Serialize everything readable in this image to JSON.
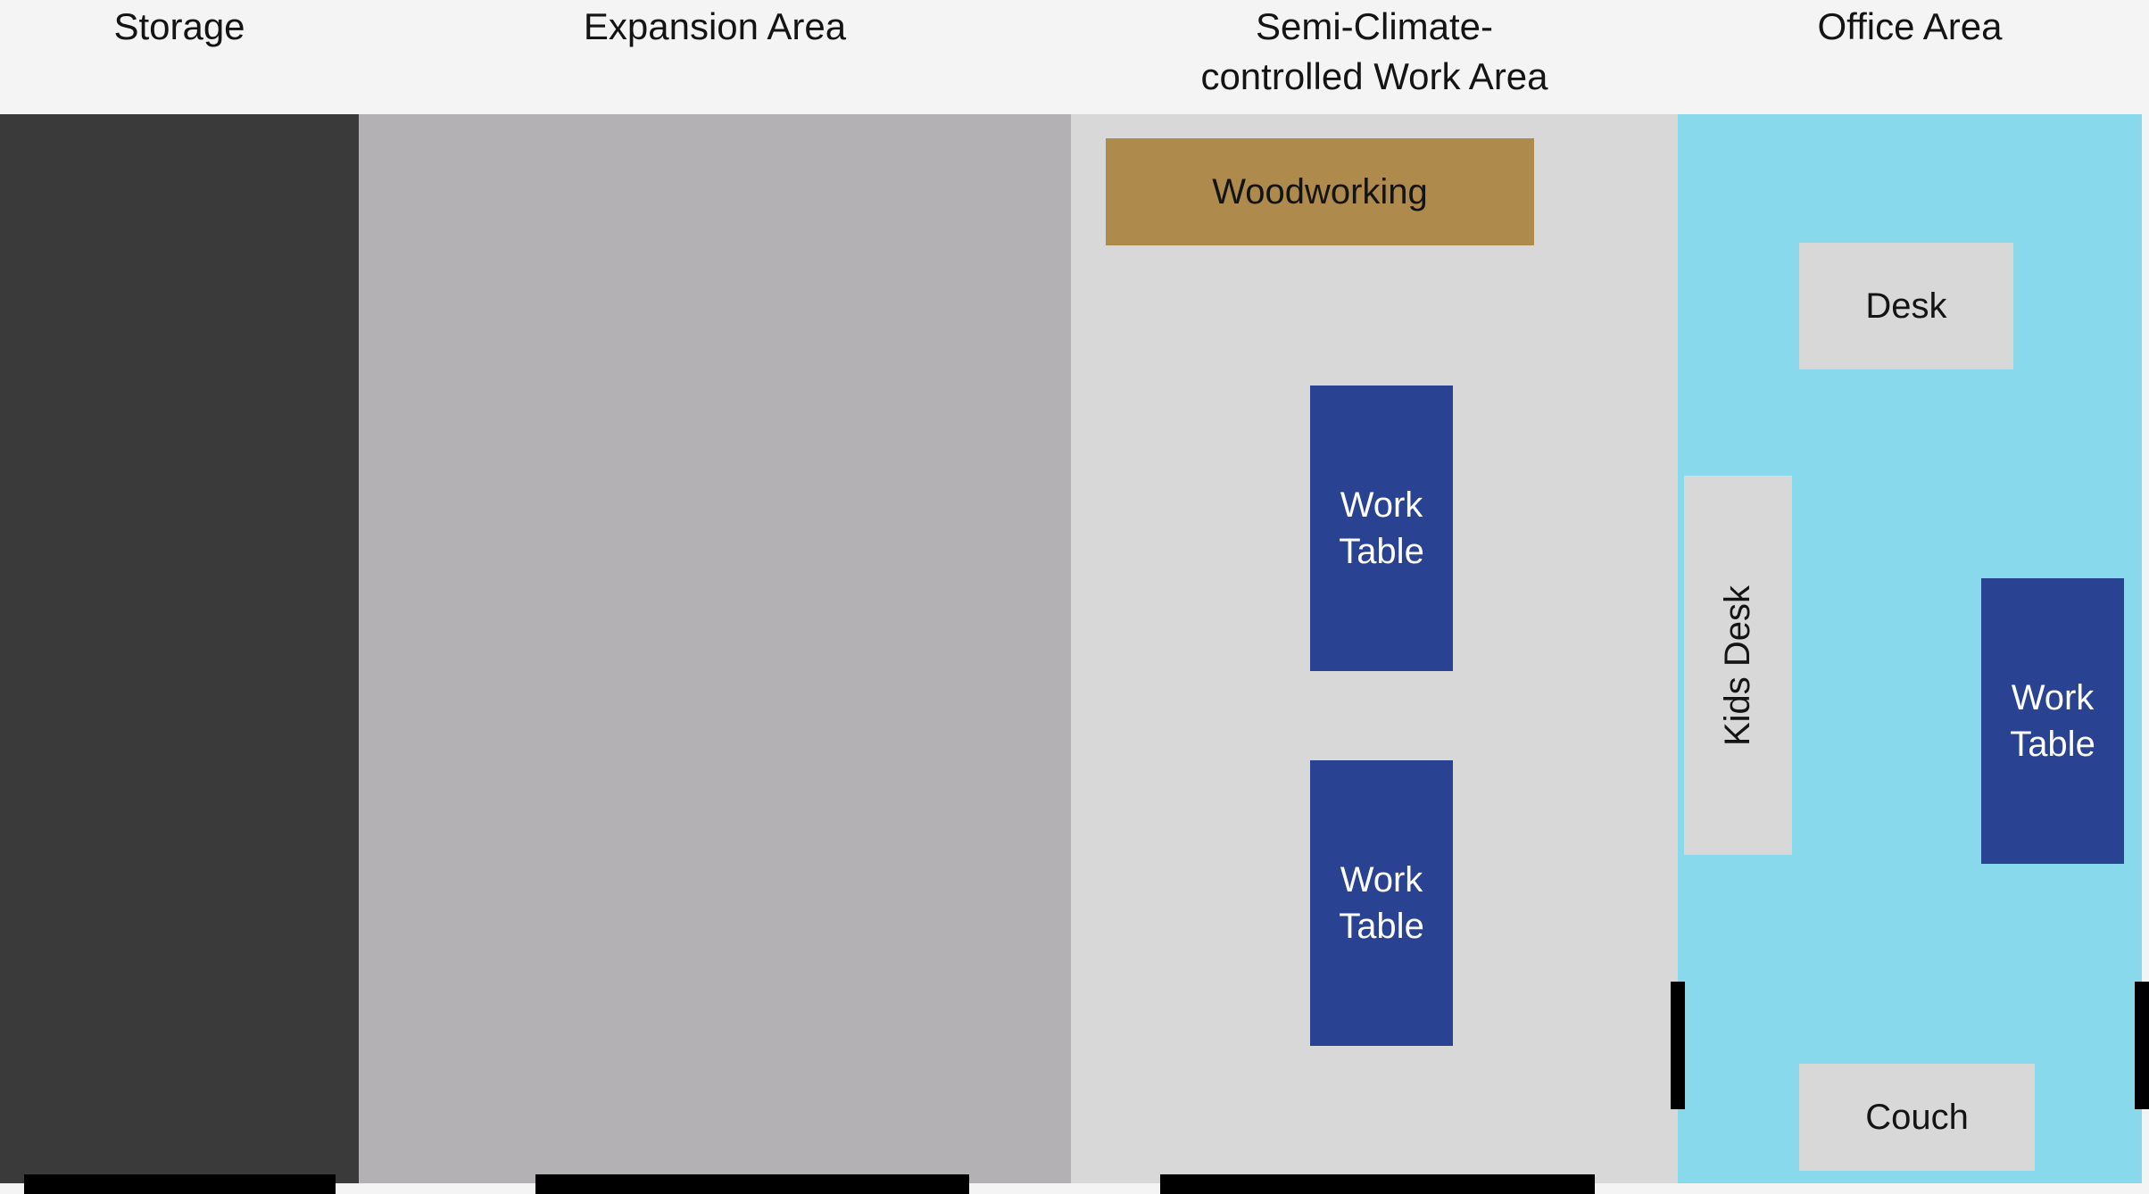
{
  "plan": {
    "background_color": "#f5f4f5",
    "door_color": "#000000",
    "areas": [
      {
        "id": "storage",
        "label": "Storage",
        "color": "#3a3a3a",
        "furniture": []
      },
      {
        "id": "expansion-area",
        "label": "Expansion Area",
        "color": "#b3b1b3",
        "furniture": []
      },
      {
        "id": "semi-climate-controlled-work-area",
        "label": "Semi-Climate-controlled Work Area",
        "label_lines": [
          "Semi-Climate-",
          "controlled Work Area"
        ],
        "color": "#d8d8d8",
        "furniture": [
          {
            "id": "woodworking",
            "label": "Woodworking",
            "color": "#ae8a4d",
            "text_color": "#141414"
          },
          {
            "id": "work-table-1",
            "label": "Work Table",
            "color": "#2a4292",
            "text_color": "#ffffff"
          },
          {
            "id": "work-table-2",
            "label": "Work Table",
            "color": "#2a4292",
            "text_color": "#ffffff"
          }
        ]
      },
      {
        "id": "office-area",
        "label": "Office Area",
        "color": "#87d9eb",
        "furniture": [
          {
            "id": "desk",
            "label": "Desk",
            "color": "#d8d8d8",
            "text_color": "#141414"
          },
          {
            "id": "kids-desk",
            "label": "Kids Desk",
            "color": "#d8d8d8",
            "text_color": "#141414",
            "orientation": "vertical"
          },
          {
            "id": "office-work-table",
            "label": "Work Table",
            "color": "#2a4292",
            "text_color": "#ffffff"
          },
          {
            "id": "couch",
            "label": "Couch",
            "color": "#d8d8d8",
            "text_color": "#141414"
          }
        ]
      }
    ]
  }
}
